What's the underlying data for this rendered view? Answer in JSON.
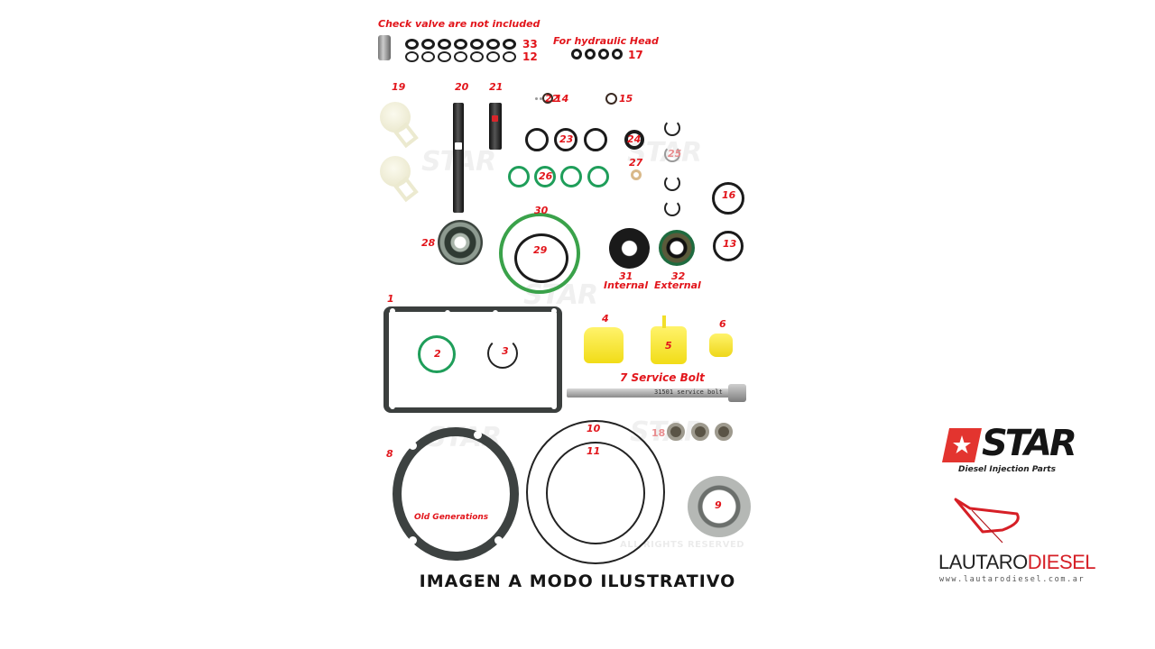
{
  "sheet": {
    "top_note": "Check valve are not included",
    "hydraulic_note": "For hydraulic Head",
    "parts": [
      {
        "id": "33",
        "label": "33",
        "desc": "O-ring row (7 pcs)"
      },
      {
        "id": "12",
        "label": "12",
        "desc": "O-ring row (7 pcs)"
      },
      {
        "id": "17",
        "label": "17",
        "desc": "O-rings for hydraulic head (4 pcs)"
      },
      {
        "id": "19",
        "label": "19"
      },
      {
        "id": "20",
        "label": "20"
      },
      {
        "id": "21",
        "label": "21"
      },
      {
        "id": "22",
        "label": "22"
      },
      {
        "id": "14",
        "label": "14"
      },
      {
        "id": "15",
        "label": "15"
      },
      {
        "id": "23",
        "label": "23"
      },
      {
        "id": "24",
        "label": "24"
      },
      {
        "id": "25",
        "label": "25"
      },
      {
        "id": "26",
        "label": "26"
      },
      {
        "id": "27",
        "label": "27"
      },
      {
        "id": "16",
        "label": "16"
      },
      {
        "id": "13",
        "label": "13"
      },
      {
        "id": "28",
        "label": "28"
      },
      {
        "id": "30",
        "label": "30"
      },
      {
        "id": "29",
        "label": "29"
      },
      {
        "id": "31",
        "label": "31",
        "sub": "Internal"
      },
      {
        "id": "32",
        "label": "32",
        "sub": "External"
      },
      {
        "id": "1",
        "label": "1"
      },
      {
        "id": "2",
        "label": "2"
      },
      {
        "id": "3",
        "label": "3"
      },
      {
        "id": "4",
        "label": "4"
      },
      {
        "id": "5",
        "label": "5"
      },
      {
        "id": "6",
        "label": "6"
      },
      {
        "id": "7",
        "label": "7 Service Bolt"
      },
      {
        "id": "8",
        "label": "8",
        "note": "Old Generations"
      },
      {
        "id": "10",
        "label": "10"
      },
      {
        "id": "11",
        "label": "11"
      },
      {
        "id": "18",
        "label": "18"
      },
      {
        "id": "9",
        "label": "9"
      }
    ],
    "bolt_engraving": "31501 service bolt",
    "watermark": "STAR",
    "rights": "ALL RIGHTS RESERVED"
  },
  "caption": "IMAGEN A MODO ILUSTRATIVO",
  "brand": {
    "star_name": "STAR",
    "star_tagline": "Diesel Injection Parts",
    "dealer_name_part1": "LAUTARO",
    "dealer_name_part2": "DIESEL",
    "dealer_url": "www.lautarodiesel.com.ar",
    "colors": {
      "label_red": "#e2151b",
      "star_red": "#e3342f",
      "dealer_red": "#d61f26",
      "oring_green": "#1f9e5a"
    }
  }
}
